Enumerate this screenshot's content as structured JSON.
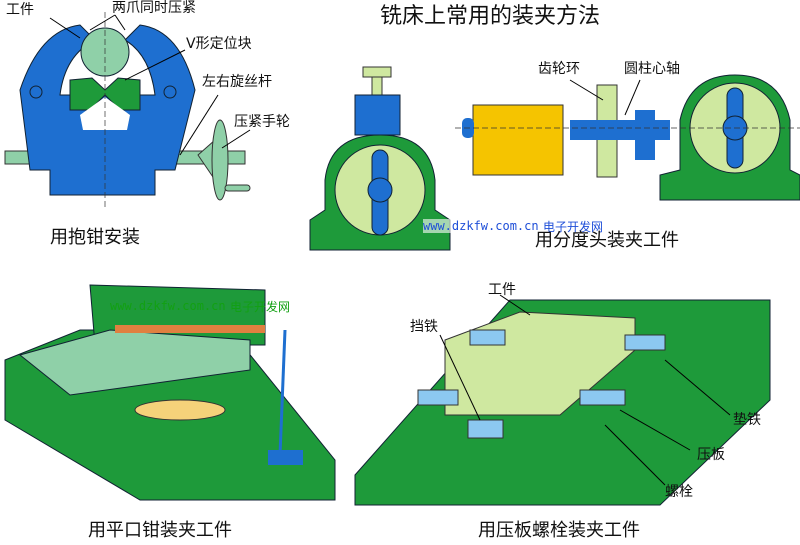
{
  "title": "铣床上常用的装夹方法",
  "colors": {
    "blue": "#1e6fd0",
    "green": "#1e9a3a",
    "lightgreen": "#8fd0a8",
    "yellow": "#f5c400",
    "pale": "#cfe8a0",
    "lightblue": "#8cc8f0"
  },
  "panel1": {
    "labels": {
      "workpiece": "工件",
      "two_jaws": "两爪同时压紧",
      "v_block": "V形定位块",
      "lr_screw": "左右旋丝杆",
      "handwheel": "压紧手轮"
    },
    "caption": "用抱钳安装"
  },
  "panel2": {
    "labels": {
      "gear_ring": "齿轮环",
      "mandrel": "圆柱心轴"
    },
    "watermark": {
      "url": "www.dzkfw.com.cn",
      "site": "电子开发网"
    },
    "caption": "用分度头装夹工件"
  },
  "panel3": {
    "watermark": {
      "url": "www.dzkfw.com.cn",
      "site": "电子开发网"
    },
    "caption": "用平口钳装夹工件"
  },
  "panel4": {
    "labels": {
      "workpiece": "工件",
      "stop_block": "挡铁",
      "shim": "垫铁",
      "clamp_plate": "压板",
      "bolt": "螺栓"
    },
    "caption": "用压板螺栓装夹工件"
  }
}
